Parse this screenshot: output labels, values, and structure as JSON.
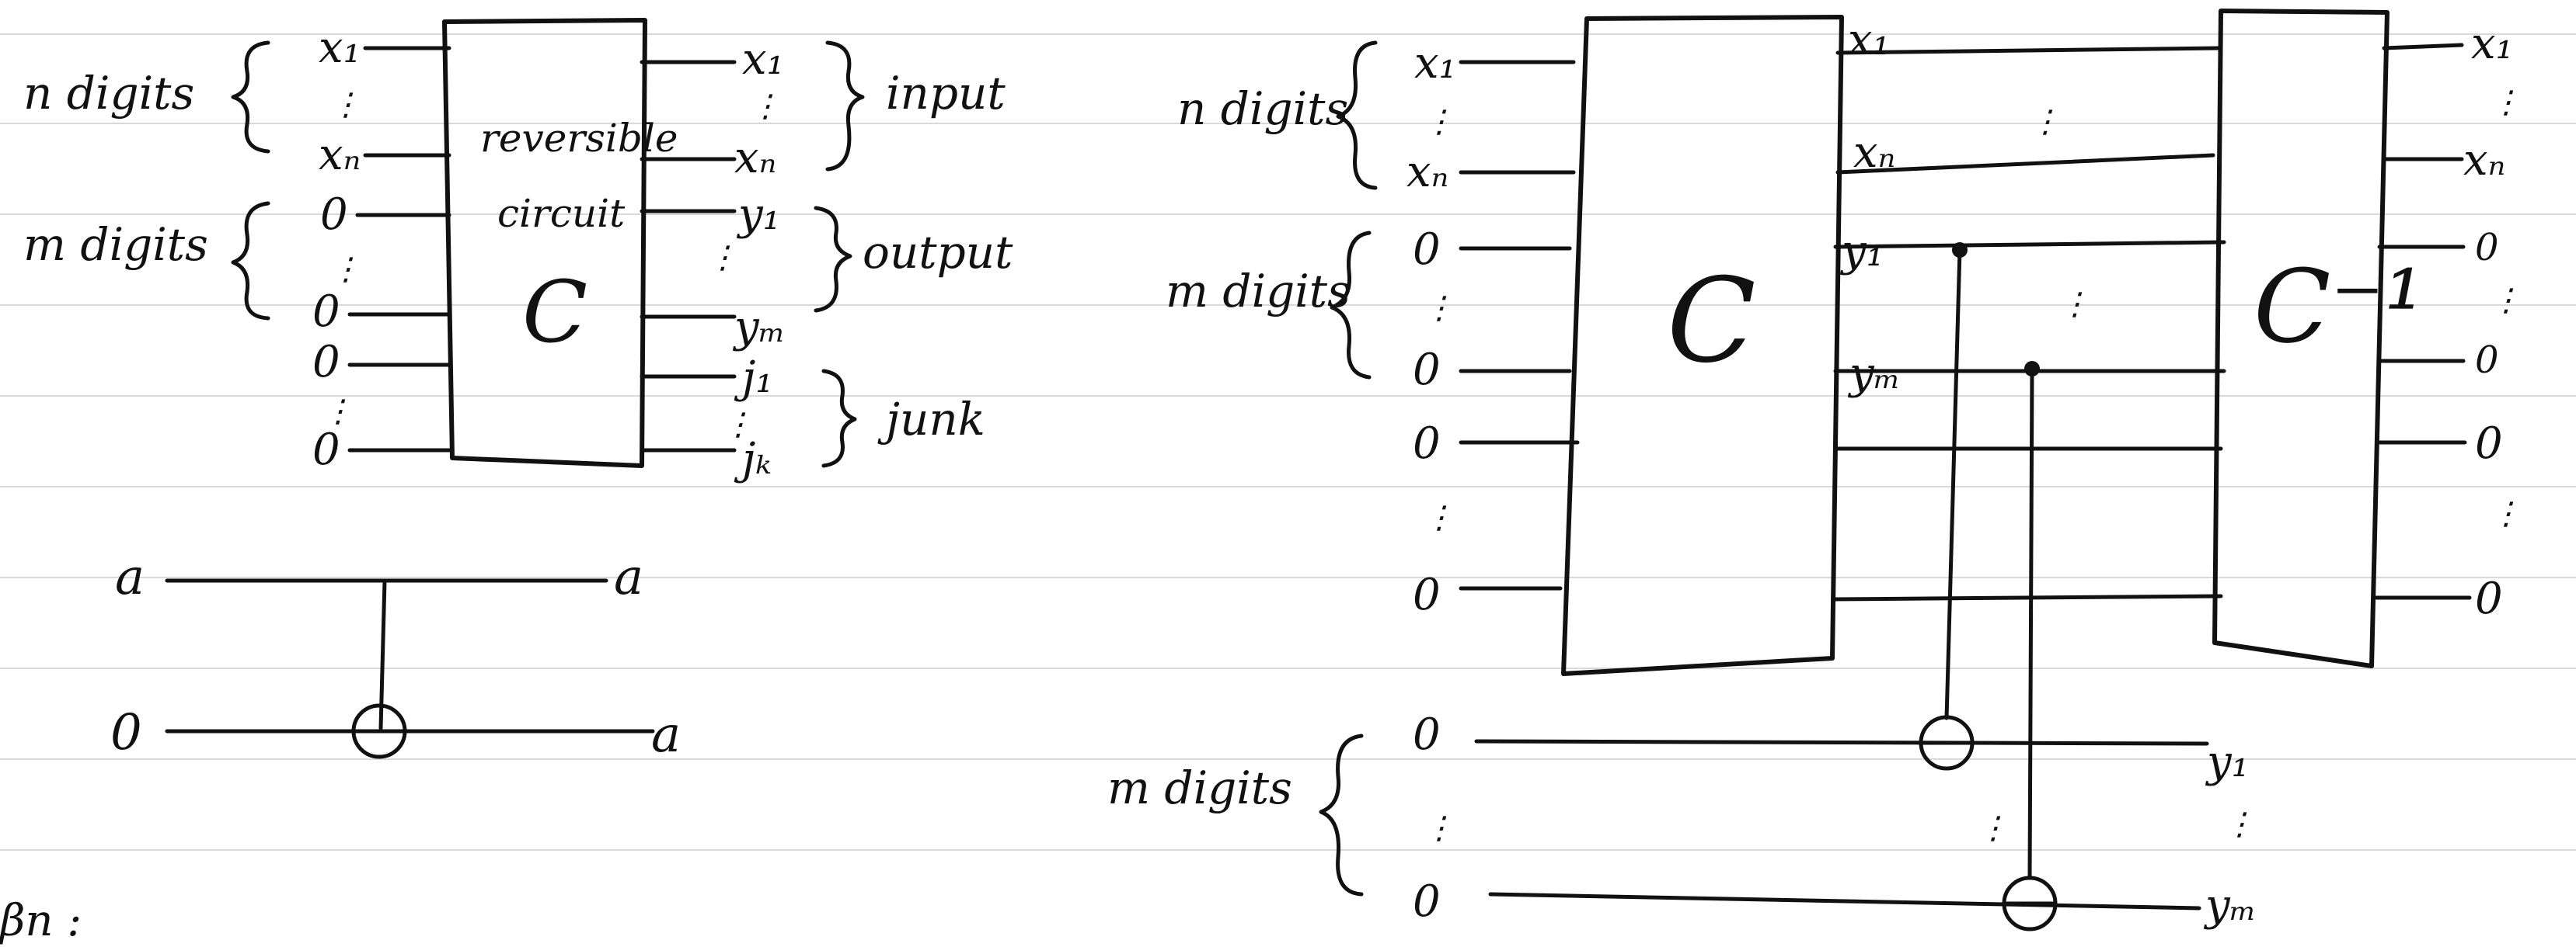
{
  "colors": {
    "ink": "#111111",
    "paper": "#ffffff",
    "rule": "#d9d9d9"
  },
  "left_circuit": {
    "groups": {
      "input_digits": "n digits",
      "output_digits": "m digits"
    },
    "box": {
      "line1": "reversible",
      "line2": "circuit",
      "name": "C"
    },
    "inputs": {
      "x1": "x₁",
      "xn": "xₙ",
      "zero": "0",
      "dots": "⋮"
    },
    "outputs": {
      "x1": "x₁",
      "xn": "xₙ",
      "y1": "y₁",
      "ym": "yₘ",
      "j1": "j₁",
      "jk": "jₖ",
      "dots": "⋮"
    },
    "braces": {
      "input": "input",
      "output": "output",
      "junk": "junk"
    }
  },
  "cnot": {
    "control_in": "a",
    "control_out": "a",
    "target_in": "0",
    "target_out": "a"
  },
  "footer_fragment": "βn :",
  "right_circuit": {
    "groups": {
      "input_digits": "n digits",
      "output_digits": "m digits",
      "copy_digits": "m digits"
    },
    "box_c": "C",
    "box_c_inverse": "C⁻¹",
    "inputs": {
      "x1": "x₁",
      "xn": "xₙ",
      "zero": "0",
      "dots": "⋮"
    },
    "middle": {
      "x1": "x₁",
      "xn": "xₙ",
      "y1": "y₁",
      "ym": "yₘ",
      "dots": "⋮"
    },
    "outputs": {
      "x1": "x₁",
      "xn": "xₙ",
      "zero": "0",
      "dots": "⋮"
    },
    "copy_outputs": {
      "y1": "y₁",
      "ym": "yₘ",
      "dots": "⋮"
    }
  }
}
